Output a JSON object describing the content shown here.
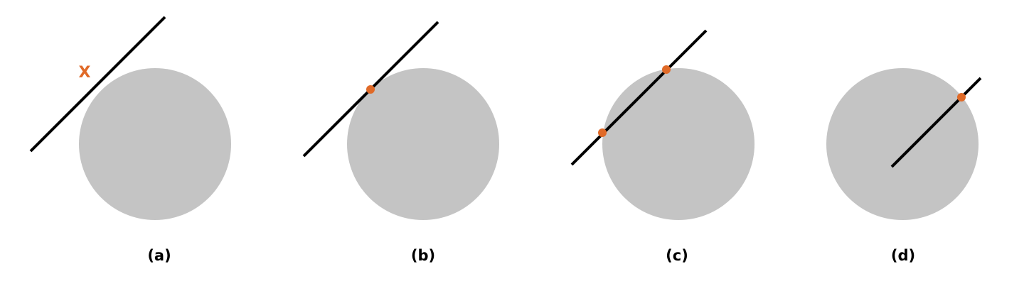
{
  "colors": {
    "circle": "#c4c4c4",
    "line": "#000000",
    "marker": "#e06a28",
    "text": "#000000"
  },
  "panels": [
    {
      "caption": "(a)",
      "mark": "X",
      "intersection_count": 0
    },
    {
      "caption": "(b)",
      "intersection_count": 1
    },
    {
      "caption": "(c)",
      "intersection_count": 2
    },
    {
      "caption": "(d)",
      "intersection_count": 1
    }
  ]
}
